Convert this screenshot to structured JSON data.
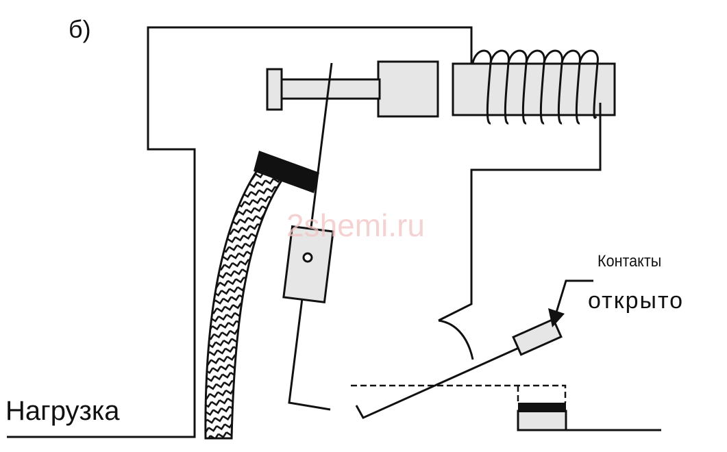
{
  "labels": {
    "variant": "б)",
    "load": "Нагрузка",
    "contacts": "Контакты",
    "state": "открыто",
    "watermark": "2shemi.ru"
  },
  "colors": {
    "line": "#111111",
    "fill_gray": "#e6e6e6",
    "watermark": "#f2c4c4",
    "background": "#ffffff"
  }
}
